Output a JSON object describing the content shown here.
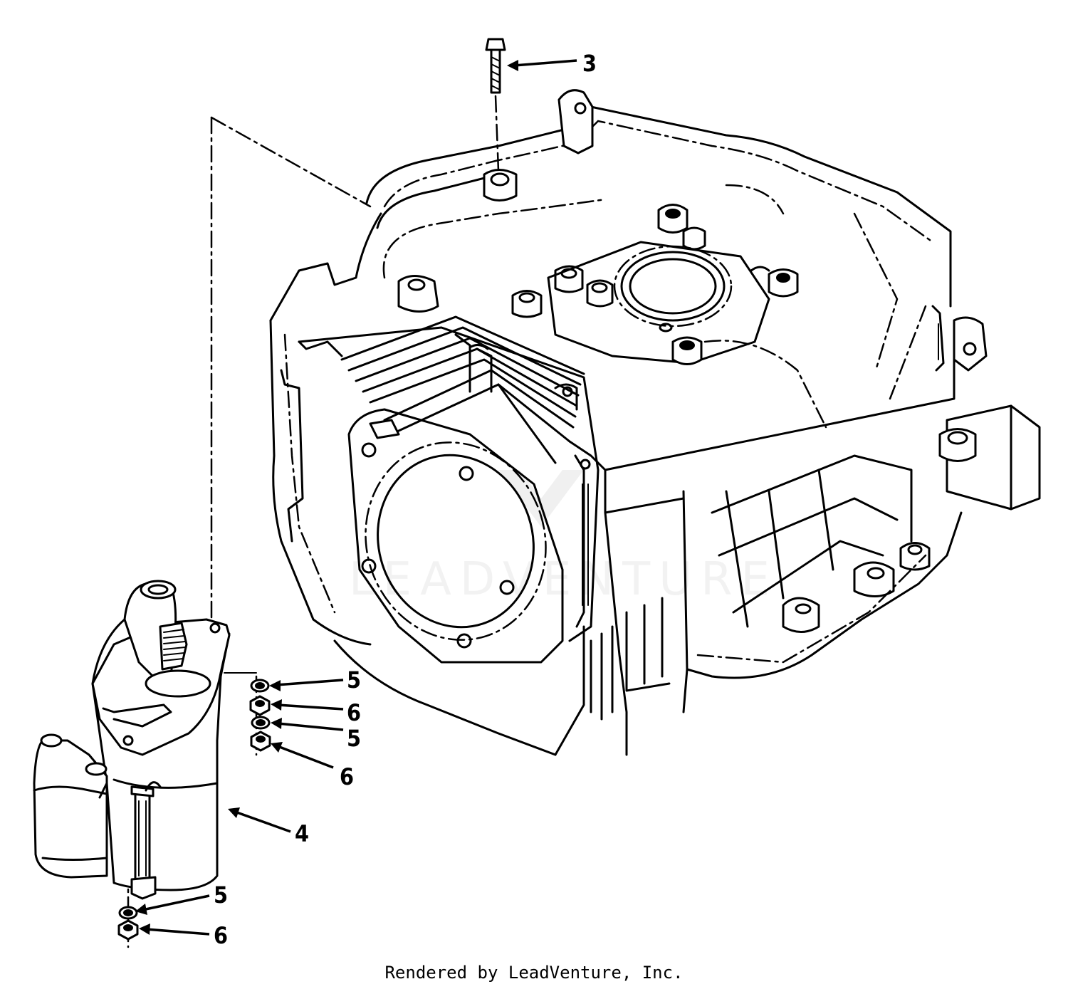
{
  "diagram": {
    "callouts": [
      {
        "id": "c3",
        "label": "3"
      },
      {
        "id": "c5a",
        "label": "5"
      },
      {
        "id": "c6a",
        "label": "6"
      },
      {
        "id": "c5b",
        "label": "5"
      },
      {
        "id": "c6b",
        "label": "6"
      },
      {
        "id": "c4",
        "label": "4"
      },
      {
        "id": "c5c",
        "label": "5"
      },
      {
        "id": "c6c",
        "label": "6"
      }
    ],
    "watermark": "LEADVENTURE"
  },
  "footer": {
    "credit": "Rendered by LeadVenture, Inc."
  },
  "icons": {
    "watermark_logo": "leadventure-logo-icon"
  }
}
